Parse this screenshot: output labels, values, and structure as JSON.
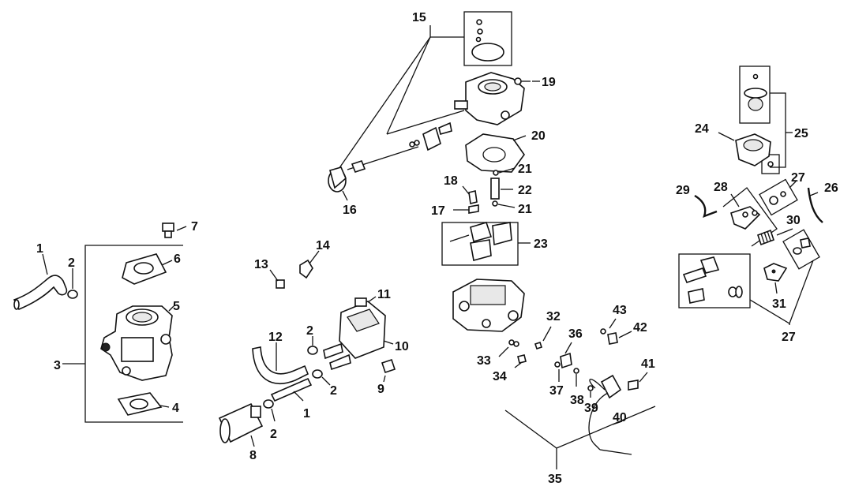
{
  "diagram": {
    "callouts": [
      "1",
      "2",
      "3",
      "4",
      "5",
      "6",
      "7",
      "2",
      "1",
      "2",
      "8",
      "12",
      "2",
      "13",
      "14",
      "11",
      "10",
      "9",
      "15",
      "16",
      "19",
      "20",
      "21",
      "22",
      "21",
      "18",
      "17",
      "23",
      "32",
      "33",
      "34",
      "36",
      "37",
      "38",
      "39",
      "40",
      "35",
      "43",
      "42",
      "41",
      "24",
      "25",
      "27",
      "26",
      "29",
      "28",
      "30",
      "31",
      "27"
    ]
  }
}
